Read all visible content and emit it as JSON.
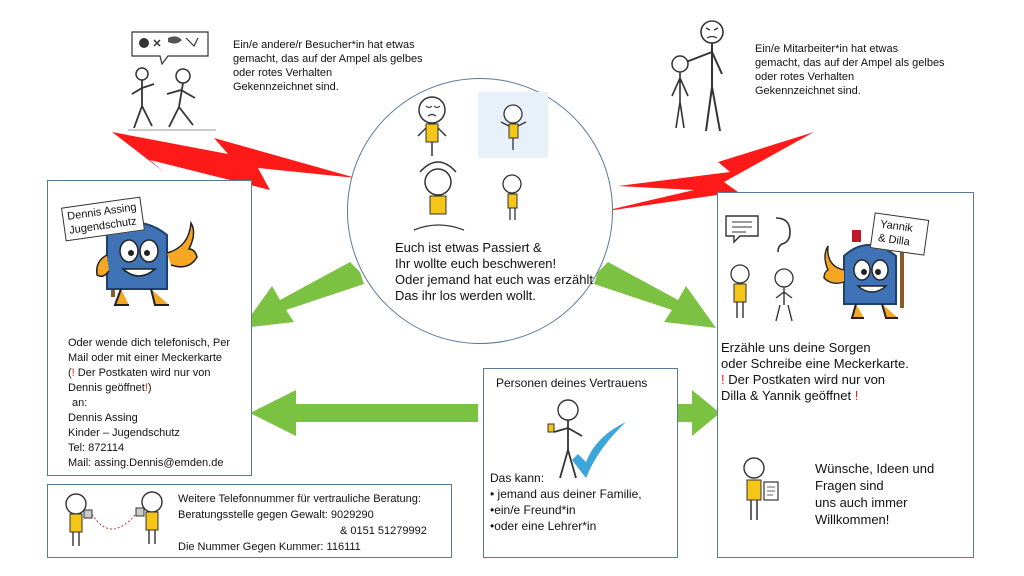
{
  "top_left": {
    "text": "Ein/e andere/r Besucher*in hat etwas\ngemacht, das auf der Ampel als gelbes\noder rotes Verhalten\nGekennzeichnet sind."
  },
  "top_right": {
    "text": "Ein/e Mitarbeiter*in hat etwas\ngemacht, das auf der Ampel als gelbes\noder rotes Verhalten\nGekennzeichnet sind."
  },
  "center": {
    "lines": [
      "Euch ist etwas Passiert &",
      "Ihr wollte euch beschweren!",
      "Oder jemand hat euch was erzählt",
      "Das ihr los werden wollt."
    ]
  },
  "left_box": {
    "sign": "Dennis Assing\nJugendschutz",
    "line1": "Oder wende dich telefonisch, Per",
    "line2": "Mail oder mit einer Meckerkarte",
    "line3_excl1": "!",
    "line3_rest": " Der Postkaten wird nur von",
    "line4_a": "Dennis geöffnet",
    "line4_excl": "!",
    "line4_b": ")",
    "line3_open": "(",
    "an_label": "an:",
    "contact_name": "Dennis Assing",
    "contact_dept": "Kinder – Jugendschutz",
    "tel": "Tel: 872114",
    "mail": "Mail: assing.Dennis@emden.de"
  },
  "bottom_left": {
    "line1": "Weitere Telefonnummer für vertrauliche Beratung:",
    "line2": "Beratungsstelle gegen Gewalt: 9029290",
    "line3": "& 0151 51279992",
    "line4": "Die Nummer  Gegen Kummer:  116111"
  },
  "trust_box": {
    "title": "Personen deines Vertrauens",
    "intro": "Das kann:",
    "items": [
      "• jemand aus deiner Familie,",
      "•ein/e Freund*in",
      "•oder eine Lehrer*in"
    ]
  },
  "right_box": {
    "sign": "Yannik\n& Dilla",
    "line1": "Erzähle uns deine Sorgen",
    "line2": "oder Schreibe eine Meckerkarte.",
    "line3_excl": "!",
    "line3_rest": " Der Postkaten wird nur von",
    "line4": "Dilla & Yannik geöffnet ",
    "line4_excl": "!",
    "wishes": [
      "Wünsche, Ideen und",
      "Fragen sind",
      "uns auch immer",
      "Willkommen!"
    ]
  },
  "colors": {
    "lightning": "#ff1a1a",
    "arrow_green": "#7cc242",
    "accent_red": "#e0201c",
    "box_border": "#5b7a9a",
    "mailbox_blue": "#3f73b5",
    "check_blue": "#3aa6d9"
  }
}
